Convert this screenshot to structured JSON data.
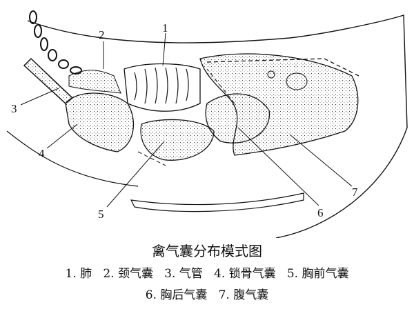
{
  "diagram": {
    "labels": [
      "1",
      "2",
      "3",
      "4",
      "5",
      "6",
      "7"
    ]
  },
  "caption": {
    "title": "禽气囊分布模式图",
    "line1": "1. 肺   2. 颈气囊   3. 气管   4. 锁骨气囊   5. 胸前气囊",
    "line2": "6. 胸后气囊   7. 腹气囊"
  }
}
